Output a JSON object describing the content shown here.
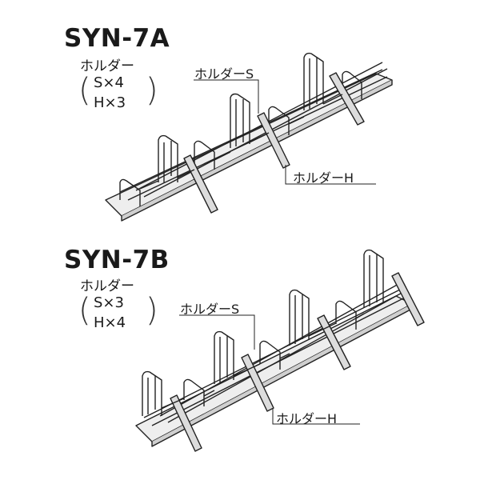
{
  "racks": [
    {
      "model": "SYN-7A",
      "holder_heading": "ホルダー",
      "paren_open": "(",
      "paren_close": ")",
      "counts": [
        "S×4",
        "H×3"
      ],
      "callout_s": "ホルダーS",
      "callout_h": "ホルダーH"
    },
    {
      "model": "SYN-7B",
      "holder_heading": "ホルダー",
      "paren_open": "(",
      "paren_close": ")",
      "counts": [
        "S×3",
        "H×4"
      ],
      "callout_s": "ホルダーS",
      "callout_h": "ホルダーH"
    }
  ],
  "colors": {
    "line": "#222222",
    "fill": "#e6e6e6",
    "shade": "#bdbdbd"
  }
}
